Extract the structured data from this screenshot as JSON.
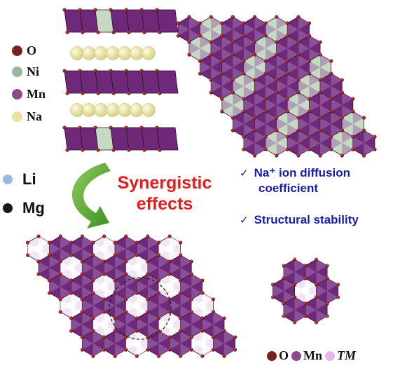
{
  "legend_top": [
    {
      "symbol": "O",
      "color": "#7a1f1f"
    },
    {
      "symbol": "Ni",
      "color": "#9bb79b"
    },
    {
      "symbol": "Mn",
      "color": "#8b4a8c"
    },
    {
      "symbol": "Na",
      "color": "#e8e4a0"
    }
  ],
  "dopants": [
    {
      "symbol": "Li",
      "color": "#9ab8e0"
    },
    {
      "symbol": "Mg",
      "color": "#1a1a1a"
    }
  ],
  "center": {
    "line1": "Synergistic",
    "line2": "effects"
  },
  "benefits": [
    {
      "mark": "✓",
      "line1": "Na⁺ ion diffusion",
      "line2": "coefficient"
    },
    {
      "mark": "✓",
      "line1": "Structural stability",
      "line2": ""
    }
  ],
  "legend_bottom": [
    {
      "symbol": "O",
      "color": "#7a1f1f"
    },
    {
      "symbol": "Mn",
      "color": "#8b4a8c"
    },
    {
      "symbol": "TM",
      "color": "#e8b6e6"
    }
  ],
  "colors": {
    "octahedron": "#6e2a78",
    "octahedron_light": "#a070b0",
    "ni_octahedron": "#c6d9c2",
    "tm_octahedron": "#f0e6f2",
    "na_sphere": "#ece7a4",
    "arrow": "#5aa832",
    "accent_red": "#e11d1d",
    "accent_blue": "#1a1aa8"
  }
}
